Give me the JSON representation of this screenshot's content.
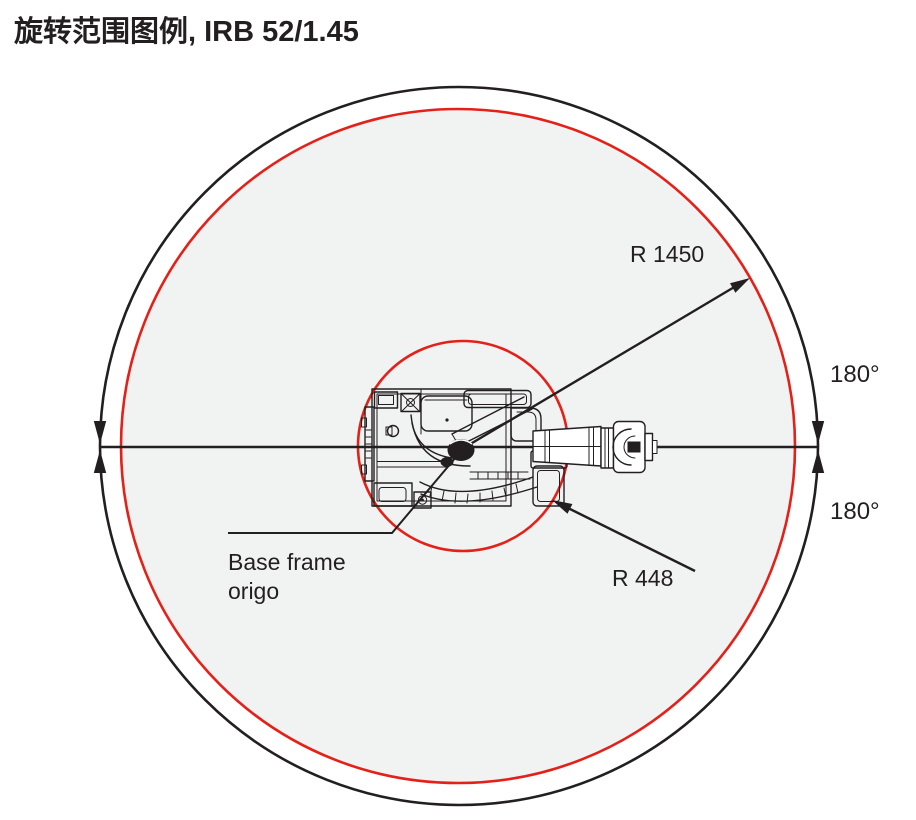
{
  "title": "旋转范围图例, IRB 52/1.45",
  "diagram": {
    "robot_model": "IRB 52/1.45",
    "labels": {
      "outer_radius": "R 1450",
      "inner_radius": "R 448",
      "angle_top": "180°",
      "angle_bottom": "180°",
      "origin_line1": "Base frame",
      "origin_line2": "origo"
    },
    "values": {
      "outer_radius_mm": 1450,
      "inner_radius_mm": 448,
      "rotation_upper_deg": 180,
      "rotation_lower_deg": 180
    },
    "colors": {
      "range_stroke": "#e32119",
      "outline": "#231f20",
      "range_fill": "#f1f2f2",
      "text": "#231f20"
    }
  }
}
